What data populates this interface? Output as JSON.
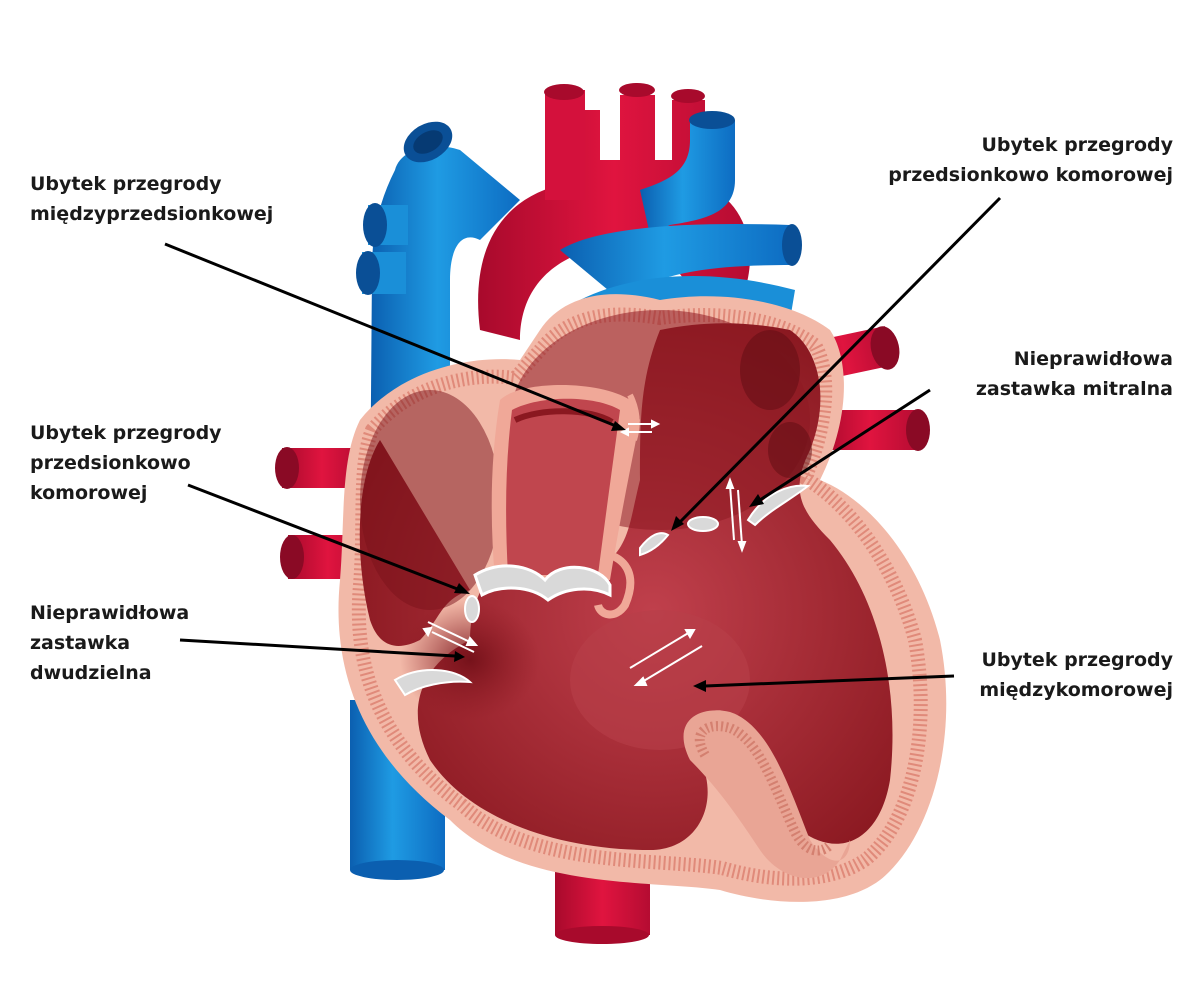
{
  "labels": {
    "atrial_septal_defect": "Ubytek przegrody\nmiędzyprzedsionkowej",
    "avsd_right": "Ubytek przegrody\nprzedsionkowo komorowej",
    "mitral_valve": "Nieprawidłowa\nzastawka mitralna",
    "avsd_left": "Ubytek przegrody\nprzedsionkowo\nkomorowej",
    "bicuspid_valve": "Nieprawidłowa\nzastawka\ndwudzielna",
    "ventricular_septal_defect": "Ubytek przegrody\nmiędzykomorowej"
  },
  "colors": {
    "artery_red": "#d4113c",
    "vein_blue": "#1a8fd8",
    "chamber_dark": "#8e1a22",
    "wall_pink": "#f2b9a8",
    "valve_gray": "#d9d9d9",
    "leader_line": "#000000"
  }
}
